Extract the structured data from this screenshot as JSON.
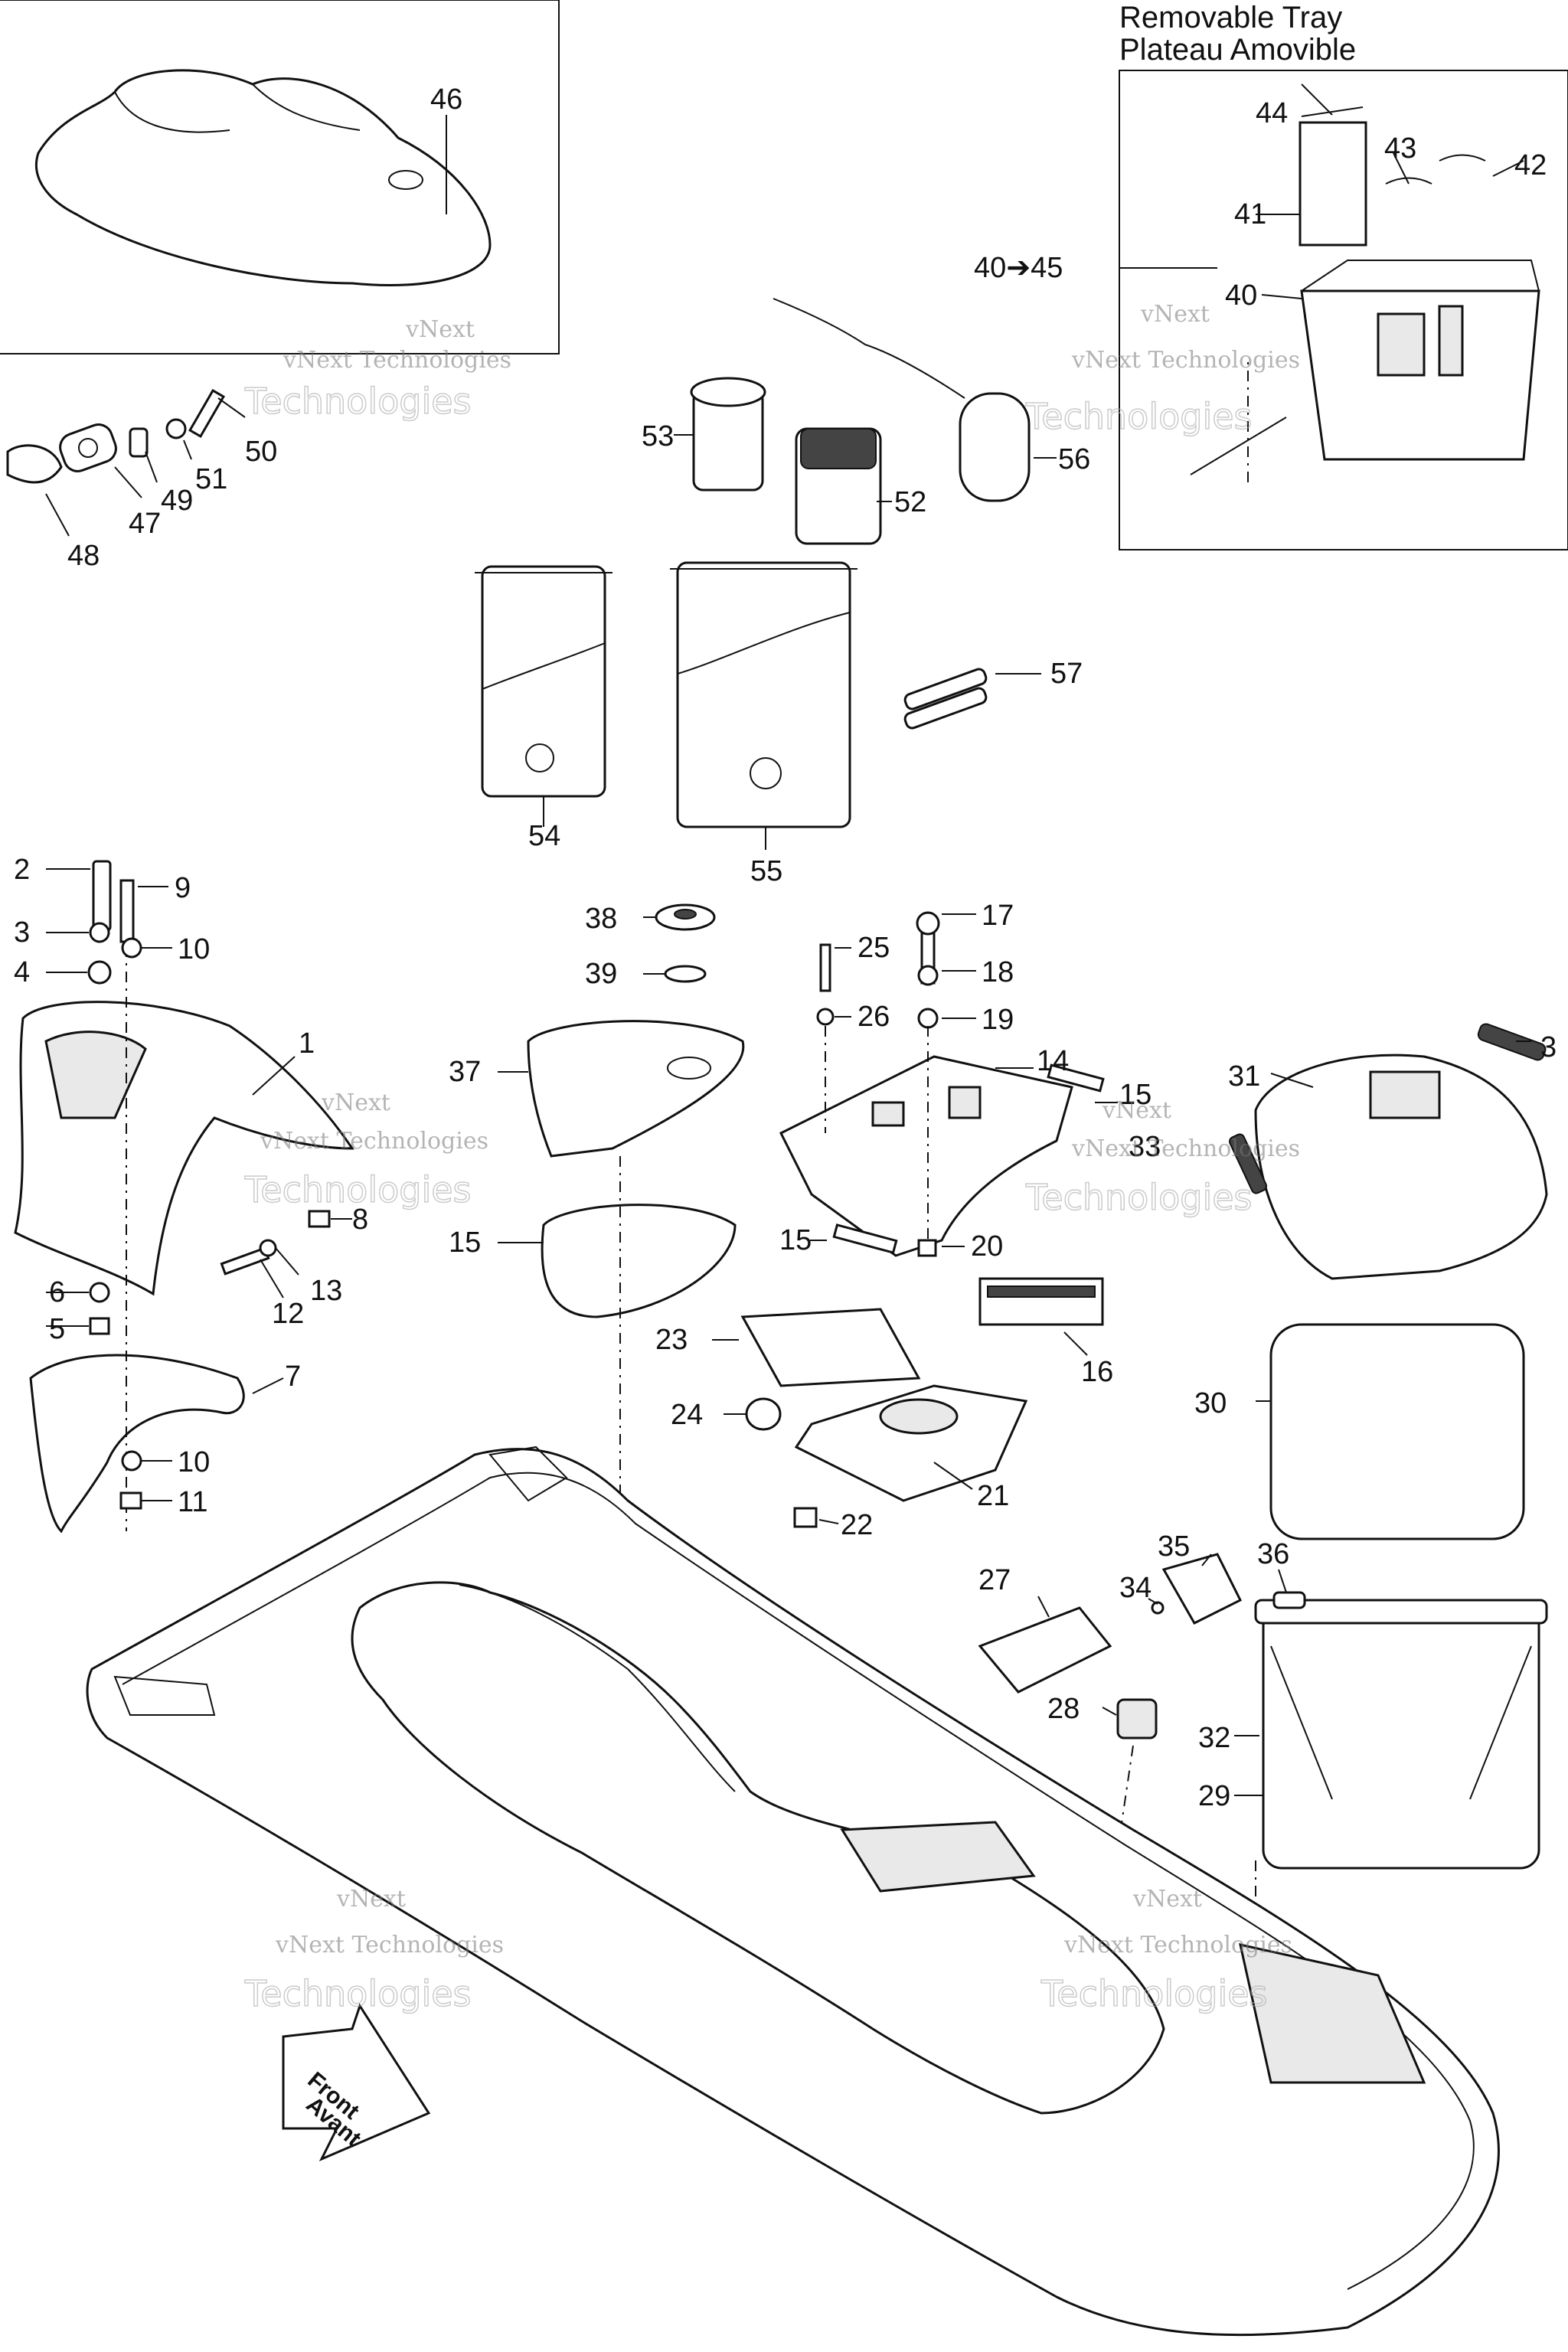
{
  "diagram": {
    "tray_title": {
      "line1": "Removable Tray",
      "line2": "Plateau Amovible"
    },
    "front_arrow": {
      "line1": "Front",
      "line2": "Avant"
    },
    "watermark": {
      "brand": "vNext",
      "company": "vNext Technologies",
      "outline": "Technologies"
    },
    "labels": {
      "l1": "1",
      "l2": "2",
      "l3": "3",
      "l3b": "3",
      "l4": "4",
      "l5": "5",
      "l6": "6",
      "l7": "7",
      "l8": "8",
      "l9": "9",
      "l10": "10",
      "l10b": "10",
      "l11": "11",
      "l12": "12",
      "l13": "13",
      "l14": "14",
      "l15a": "15",
      "l15b": "15",
      "l15c": "15",
      "l16": "16",
      "l17": "17",
      "l18": "18",
      "l19": "19",
      "l20": "20",
      "l21": "21",
      "l22": "22",
      "l23": "23",
      "l24": "24",
      "l25": "25",
      "l26": "26",
      "l27": "27",
      "l28": "28",
      "l29": "29",
      "l30": "30",
      "l31": "31",
      "l32": "32",
      "l33": "33",
      "l34": "34",
      "l35": "35",
      "l36": "36",
      "l37": "37",
      "l38": "38",
      "l39": "39",
      "l40": "40",
      "l4045": "40➔45",
      "l41": "41",
      "l42": "42",
      "l43": "43",
      "l44": "44",
      "l46": "46",
      "l47": "47",
      "l48": "48",
      "l49": "49",
      "l50": "50",
      "l51": "51",
      "l52": "52",
      "l53": "53",
      "l54": "54",
      "l55": "55",
      "l56": "56",
      "l57": "57"
    }
  }
}
